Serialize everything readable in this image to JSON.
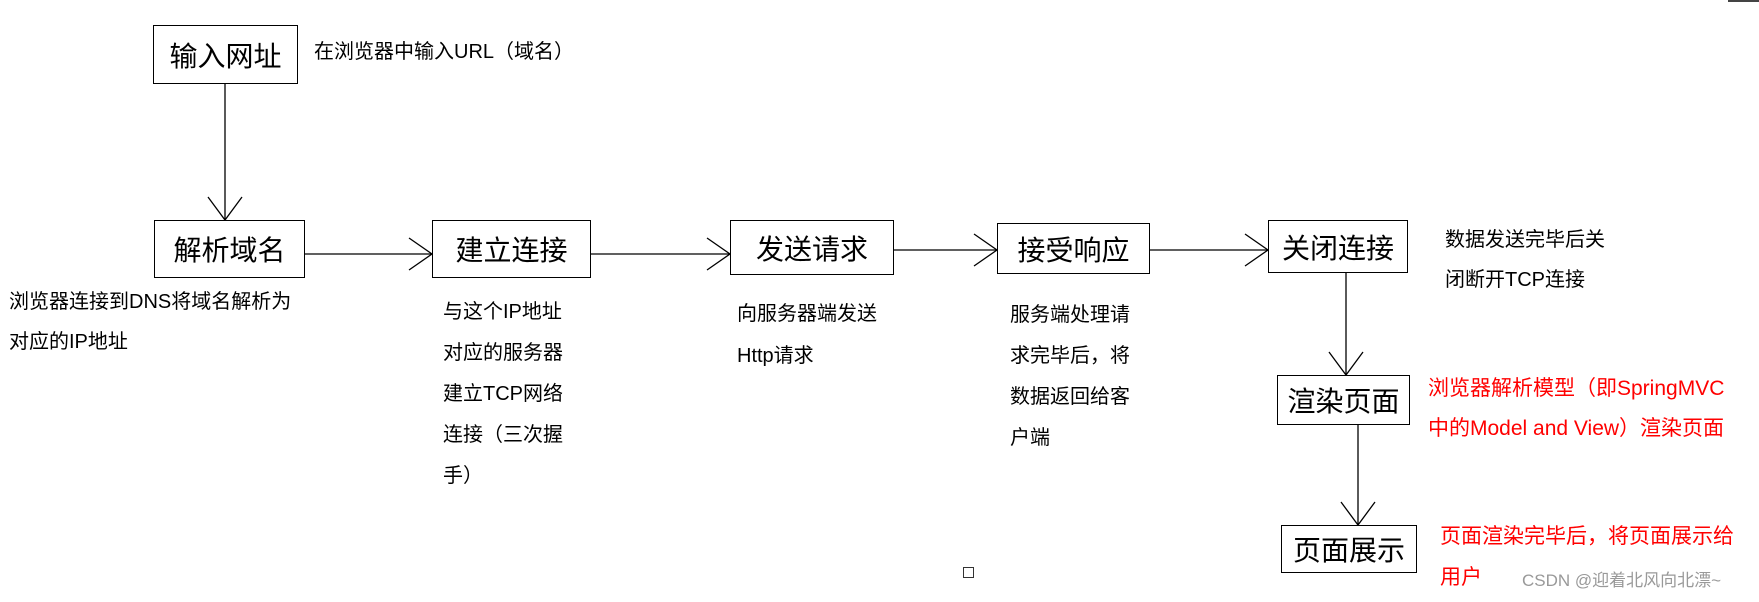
{
  "steps": [
    {
      "label": "输入网址",
      "note": [
        "在浏览器中输入URL（域名）"
      ]
    },
    {
      "label": "解析域名",
      "note": [
        "浏览器连接到DNS将域名解析为",
        "对应的IP地址"
      ]
    },
    {
      "label": "建立连接",
      "note": [
        "与这个IP地址",
        "对应的服务器",
        "建立TCP网络",
        "连接（三次握",
        "手）"
      ]
    },
    {
      "label": "发送请求",
      "note": [
        "向服务器端发送",
        "Http请求"
      ]
    },
    {
      "label": "接受响应",
      "note": [
        "服务端处理请",
        "求完毕后，将",
        "数据返回给客",
        "户端"
      ]
    },
    {
      "label": "关闭连接",
      "note": [
        "数据发送完毕后关",
        "闭断开TCP连接"
      ]
    },
    {
      "label": "渲染页面",
      "note": [
        "浏览器解析模型（即SpringMVC",
        "中的Model and View）渲染页面"
      ]
    },
    {
      "label": "页面展示",
      "note": [
        "页面渲染完毕后，将页面展示给",
        "用户"
      ]
    }
  ],
  "watermark": "CSDN @迎着北风向北漂~",
  "colors": {
    "background": "#ffffff",
    "stroke": "#000000",
    "note_text": "#000000",
    "highlight_note_text": "#ff0000",
    "watermark_text": "#999999"
  }
}
